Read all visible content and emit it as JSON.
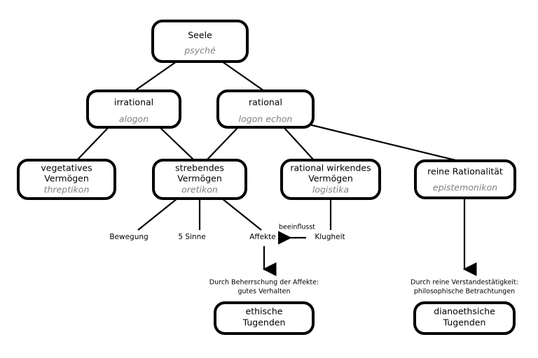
{
  "diagram": {
    "title": "Seele",
    "nodes": {
      "root": {
        "label": "Seele",
        "greek": "psyché"
      },
      "irrational": {
        "label": "irrational",
        "greek": "alogon"
      },
      "rational": {
        "label": "rational",
        "greek": "logon echon"
      },
      "vegetativ": {
        "label_line1": "vegetatives",
        "label_line2": "Vermögen",
        "greek": "threptikon"
      },
      "strebend": {
        "label_line1": "strebendes",
        "label_line2": "Vermögen",
        "greek": "oretikon"
      },
      "rational_wirkend": {
        "label_line1": "rational wirkendes",
        "label_line2": "Vermögen",
        "greek": "logistika"
      },
      "reine_rationalitaet": {
        "label_line1": "reine Rationalität",
        "label_line2": "",
        "greek": "epistemonikon"
      },
      "ethische": {
        "label_line1": "ethische",
        "label_line2": "Tugenden"
      },
      "dianoethische": {
        "label_line1": "dianoethsiche",
        "label_line2": "Tugenden"
      }
    },
    "leaves": {
      "bewegung": "Bewegung",
      "sinne": "5 Sinne",
      "affekte": "Affekte",
      "klugheit": "Klugheit"
    },
    "edge_labels": {
      "beeinflusst": "beeinflusst"
    },
    "captions": {
      "ethik_line1": "Durch Beherrschung der Affekte:",
      "ethik_line2": "gutes Verhalten",
      "dianoethik_line1": "Durch reine Verstandestätigkeit:",
      "dianoethik_line2": "philosophische Betrachtungen"
    },
    "colors": {
      "stroke": "#000000",
      "fill": "#ffffff",
      "greek_text": "#808080"
    }
  }
}
